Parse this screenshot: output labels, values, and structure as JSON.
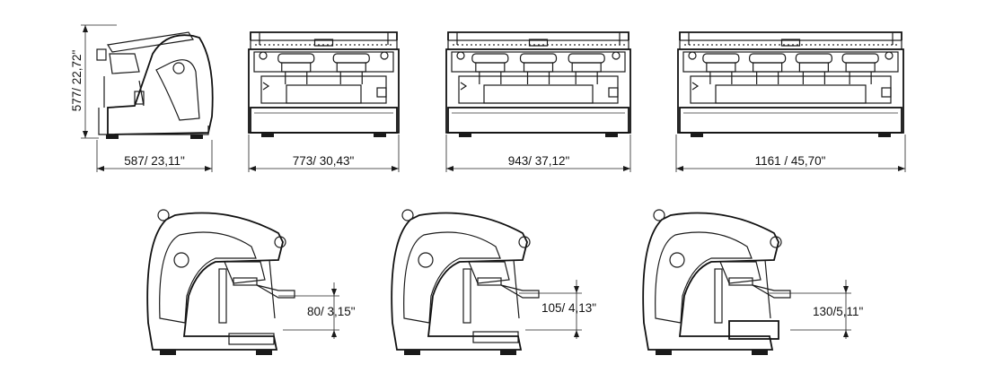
{
  "dimensions": {
    "side_height": "577/ 22,72\"",
    "side_depth": "587/ 23,11\"",
    "width_2group": "773/ 30,43\"",
    "width_3group": "943/ 37,12\"",
    "width_4group": "1161  / 45,70\"",
    "cup_height_standard": "80/ 3,15\"",
    "cup_height_tall": "105/ 4,13\"",
    "cup_height_raised": "130/5,11\""
  },
  "colors": {
    "line": "#1a1a1a",
    "background": "#ffffff"
  }
}
